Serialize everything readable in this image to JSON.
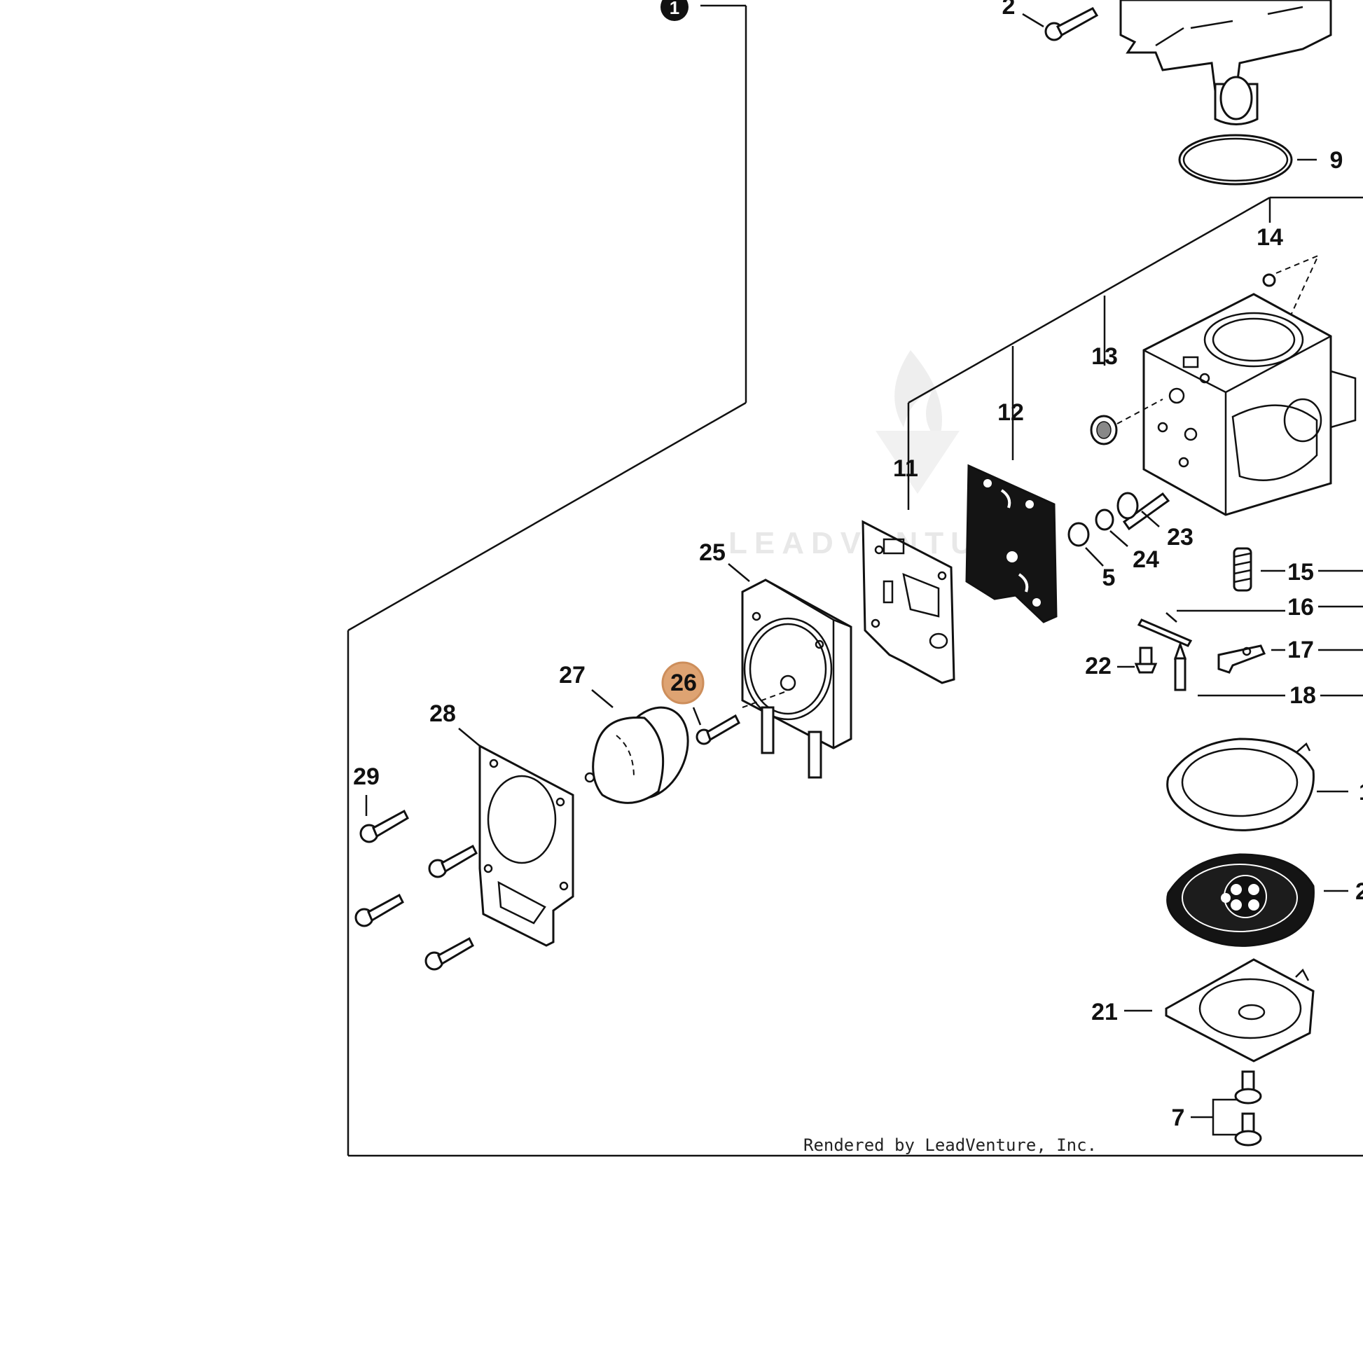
{
  "diagram": {
    "callouts": {
      "c1": "1",
      "c2": "2",
      "c9": "9",
      "c14": "14",
      "c13": "13",
      "c12": "12",
      "c11": "11",
      "c25": "25",
      "c23": "23",
      "c24": "24",
      "c5": "5",
      "c15": "15",
      "c16": "16",
      "c17": "17",
      "c18": "18",
      "c22": "22",
      "c27": "27",
      "c26": "26",
      "c28": "28",
      "c29": "29",
      "c19": "1",
      "c20": "2",
      "c21": "21",
      "c7": "7"
    },
    "highlighted_callout": "26",
    "highlight_color": "#d9935a",
    "watermark_text": "LEADVENTURE",
    "credit_text": "Rendered by LeadVenture, Inc."
  }
}
